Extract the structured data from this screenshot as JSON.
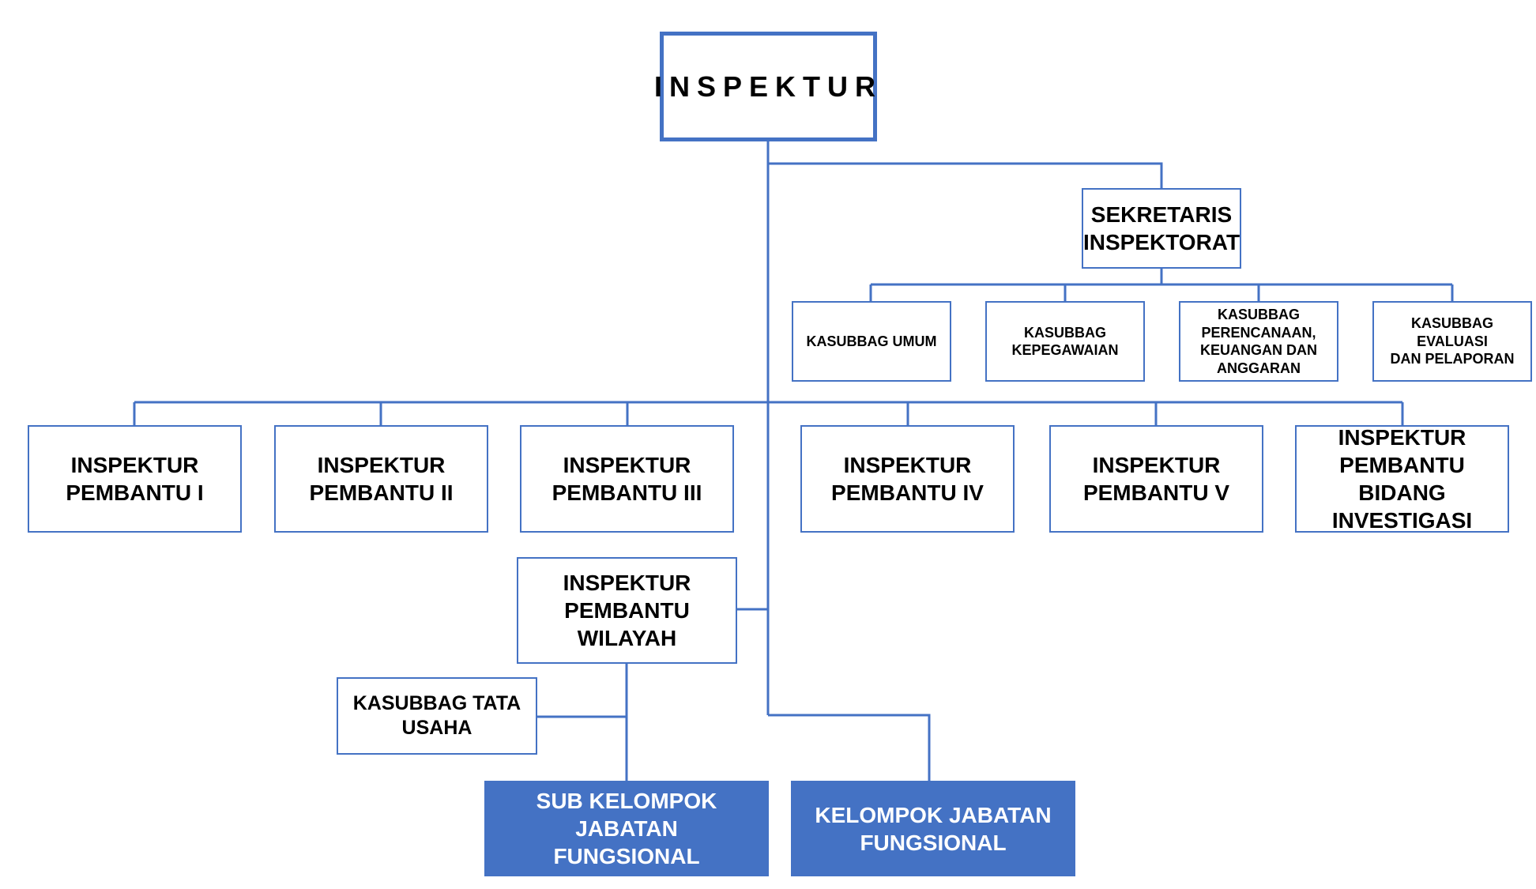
{
  "diagram": {
    "line_color": "#4472c4",
    "fill_color": "#4472c4",
    "nodes": {
      "inspektur": "INSPEKTUR",
      "sekretaris": "SEKRETARIS\nINSPEKTORAT",
      "kasubbag_umum": "KASUBBAG UMUM",
      "kasubbag_kepegawaian": "KASUBBAG\nKEPEGAWAIAN",
      "kasubbag_perencanaan": "KASUBBAG\nPERENCANAAN,\nKEUANGAN DAN\nANGGARAN",
      "kasubbag_evaluasi": "KASUBBAG EVALUASI\nDAN PELAPORAN",
      "irban_1": "INSPEKTUR\nPEMBANTU I",
      "irban_2": "INSPEKTUR\nPEMBANTU II",
      "irban_3": "INSPEKTUR\nPEMBANTU III",
      "irban_4": "INSPEKTUR\nPEMBANTU IV",
      "irban_5": "INSPEKTUR\nPEMBANTU V",
      "irban_investigasi": "INSPEKTUR\nPEMBANTU BIDANG\nINVESTIGASI",
      "irban_wilayah": "INSPEKTUR\nPEMBANTU\nWILAYAH",
      "kasubbag_tata_usaha": "KASUBBAG TATA\nUSAHA",
      "sub_kelompok_jf": "SUB KELOMPOK JABATAN\nFUNGSIONAL",
      "kelompok_jf": "KELOMPOK JABATAN\nFUNGSIONAL"
    }
  }
}
